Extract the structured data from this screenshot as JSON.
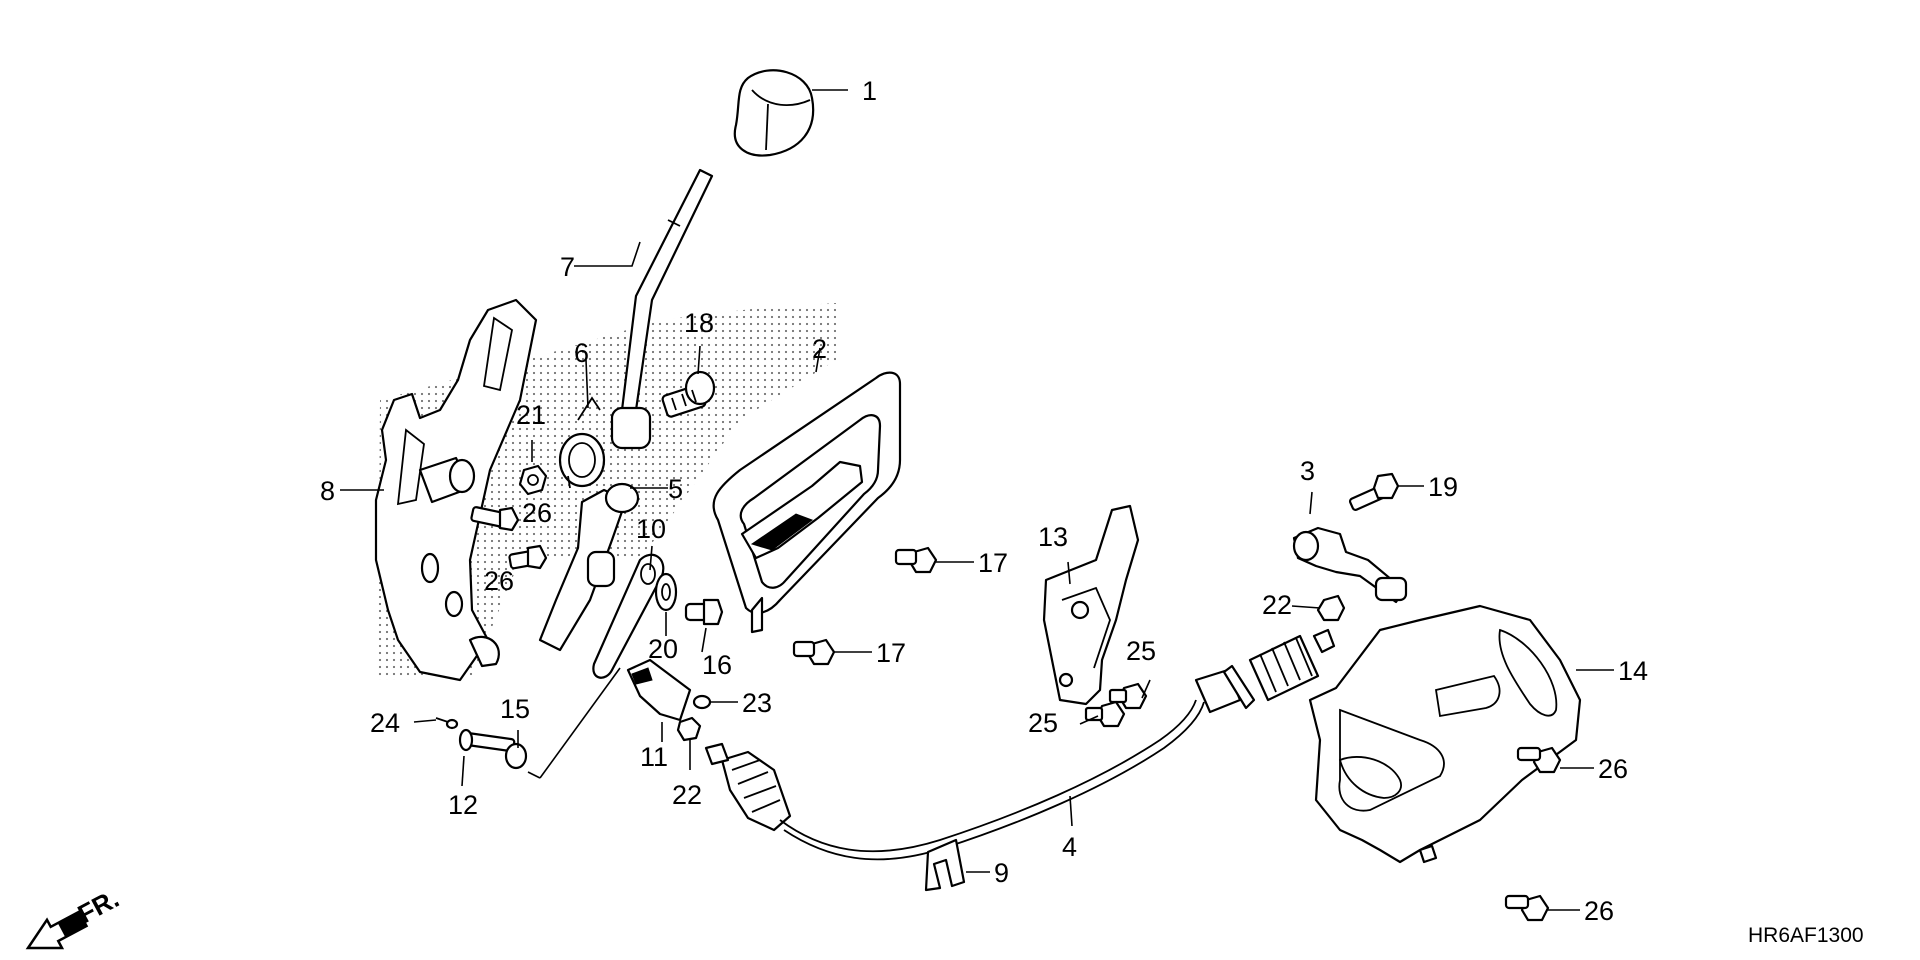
{
  "diagram_code": "HR6AF1300",
  "direction_label": "FR.",
  "callouts": [
    "1",
    "2",
    "3",
    "4",
    "5",
    "6",
    "7",
    "8",
    "9",
    "10",
    "11",
    "12",
    "13",
    "14",
    "15",
    "16",
    "17",
    "17",
    "18",
    "19",
    "20",
    "21",
    "22",
    "22",
    "23",
    "24",
    "25",
    "25",
    "26",
    "26",
    "26",
    "26"
  ],
  "labels": {
    "p1": "1",
    "p2": "2",
    "p3": "3",
    "p4": "4",
    "p5": "5",
    "p6": "6",
    "p7": "7",
    "p8": "8",
    "p9": "9",
    "p10": "10",
    "p11": "11",
    "p12": "12",
    "p13": "13",
    "p14": "14",
    "p15": "15",
    "p16": "16",
    "p17a": "17",
    "p17b": "17",
    "p18": "18",
    "p19": "19",
    "p20": "20",
    "p21": "21",
    "p22a": "22",
    "p22b": "22",
    "p23": "23",
    "p24": "24",
    "p25a": "25",
    "p25b": "25",
    "p26a": "26",
    "p26b": "26",
    "p26c": "26",
    "p26d": "26"
  }
}
